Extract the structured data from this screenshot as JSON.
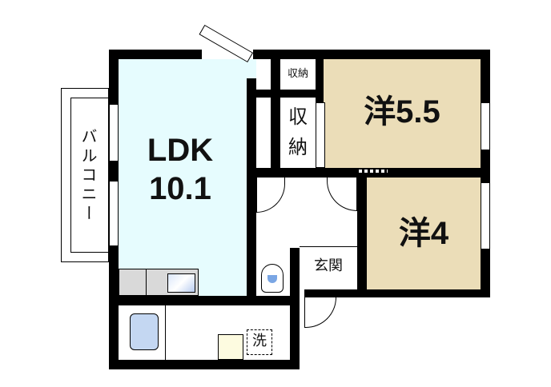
{
  "floorplan": {
    "rooms": {
      "ldk": {
        "name": "LDK",
        "size": "10.1",
        "color": "#e6fcfe"
      },
      "western1": {
        "label": "洋5.5",
        "color": "#ebddb8"
      },
      "western2": {
        "label": "洋4",
        "color": "#ebddb8"
      },
      "storage_small": {
        "label": "収納"
      },
      "storage_tall": {
        "label_line1": "収",
        "label_line2": "納"
      },
      "entrance": {
        "label": "玄関"
      },
      "laundry": {
        "label": "洗"
      },
      "balcony": {
        "label": "バルコニー"
      }
    },
    "colors": {
      "wall": "#000000",
      "kitchen_counter": "#d9d9d9",
      "bathtub": "#c4d7f2",
      "toilet_water": "#7aa6e4"
    }
  }
}
